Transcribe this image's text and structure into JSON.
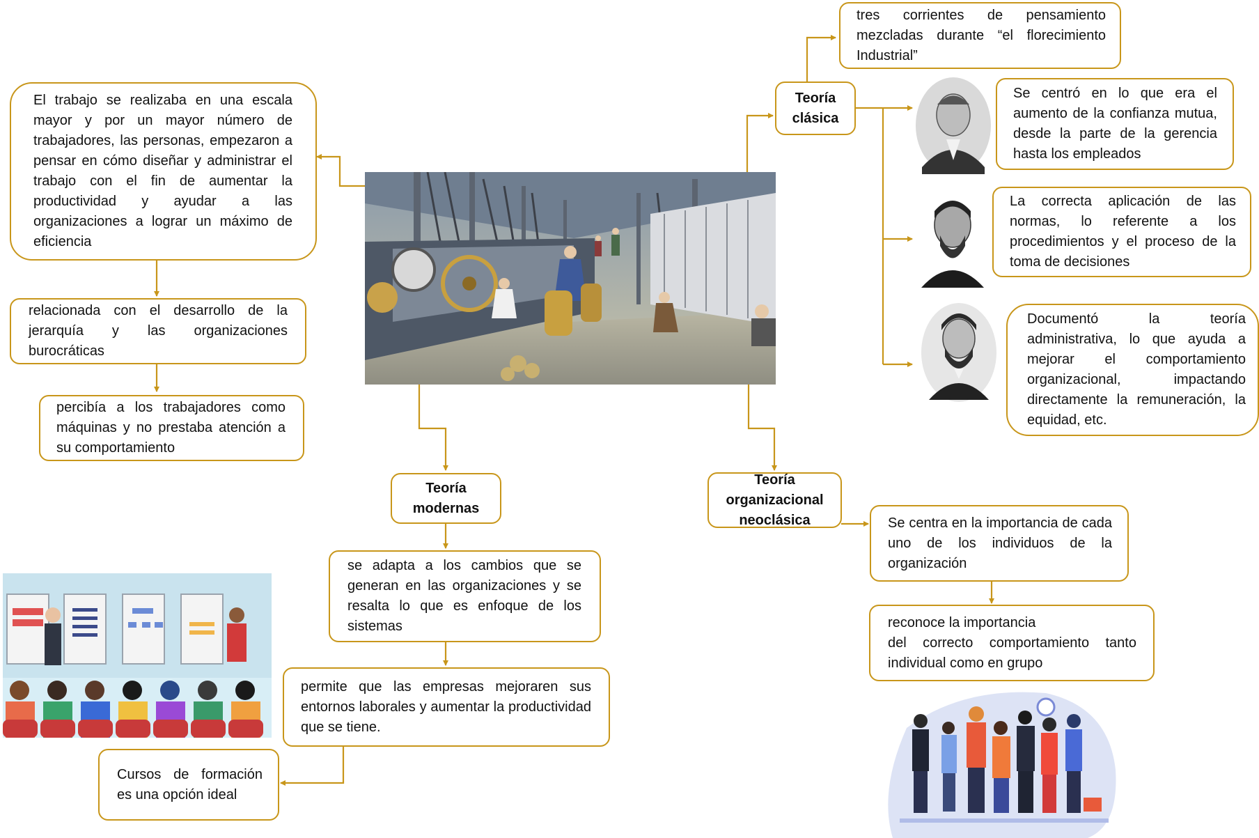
{
  "colors": {
    "accent": "#c8961a",
    "text": "#111111",
    "background": "#ffffff"
  },
  "center_image": "factory-illustration",
  "left": {
    "box1": "El trabajo se realizaba en una escala mayor y por un mayor número de trabajadores, las personas, empezaron a pensar en cómo diseñar y administrar el trabajo con el fin de aumentar la productividad y ayudar a las organizaciones a lograr un máximo de eficiencia",
    "box2": "relacionada con el desarrollo de la jerarquía y las organizaciones burocráticas",
    "box3": "percibía a los trabajadores como máquinas y no prestaba atención a su comportamiento"
  },
  "clasica": {
    "title": "Teoría\nclásica",
    "top": "tres corrientes de pensamiento mezcladas durante “el florecimiento Industrial”",
    "items": [
      "Se centró en lo que era el aumento de la confianza mutua, desde la parte de la gerencia hasta los empleados",
      "La correcta aplicación de las normas, lo referente a los procedimientos y el proceso de la toma de decisiones",
      "Documentó la teoría administrativa, lo que ayuda a mejorar el comportamiento organizacional, impactando directamente la remuneración, la equidad, etc."
    ]
  },
  "modernas": {
    "title": "Teoría\nmodernas",
    "box1": "se adapta a los cambios que se generan en las organizaciones y se resalta lo que es enfoque de los sistemas",
    "box2": "permite que las empresas mejoraren sus entornos laborales y aumentar la productividad que se tiene.",
    "box3": "Cursos de formación es una opción ideal"
  },
  "neoclasica": {
    "title": "Teoría\norganizacional\nneoclásica",
    "box1": "Se centra en la importancia de cada uno de los individuos de la organización",
    "box2": "reconoce la importancia\ndel correcto comportamiento tanto individual como en grupo"
  }
}
